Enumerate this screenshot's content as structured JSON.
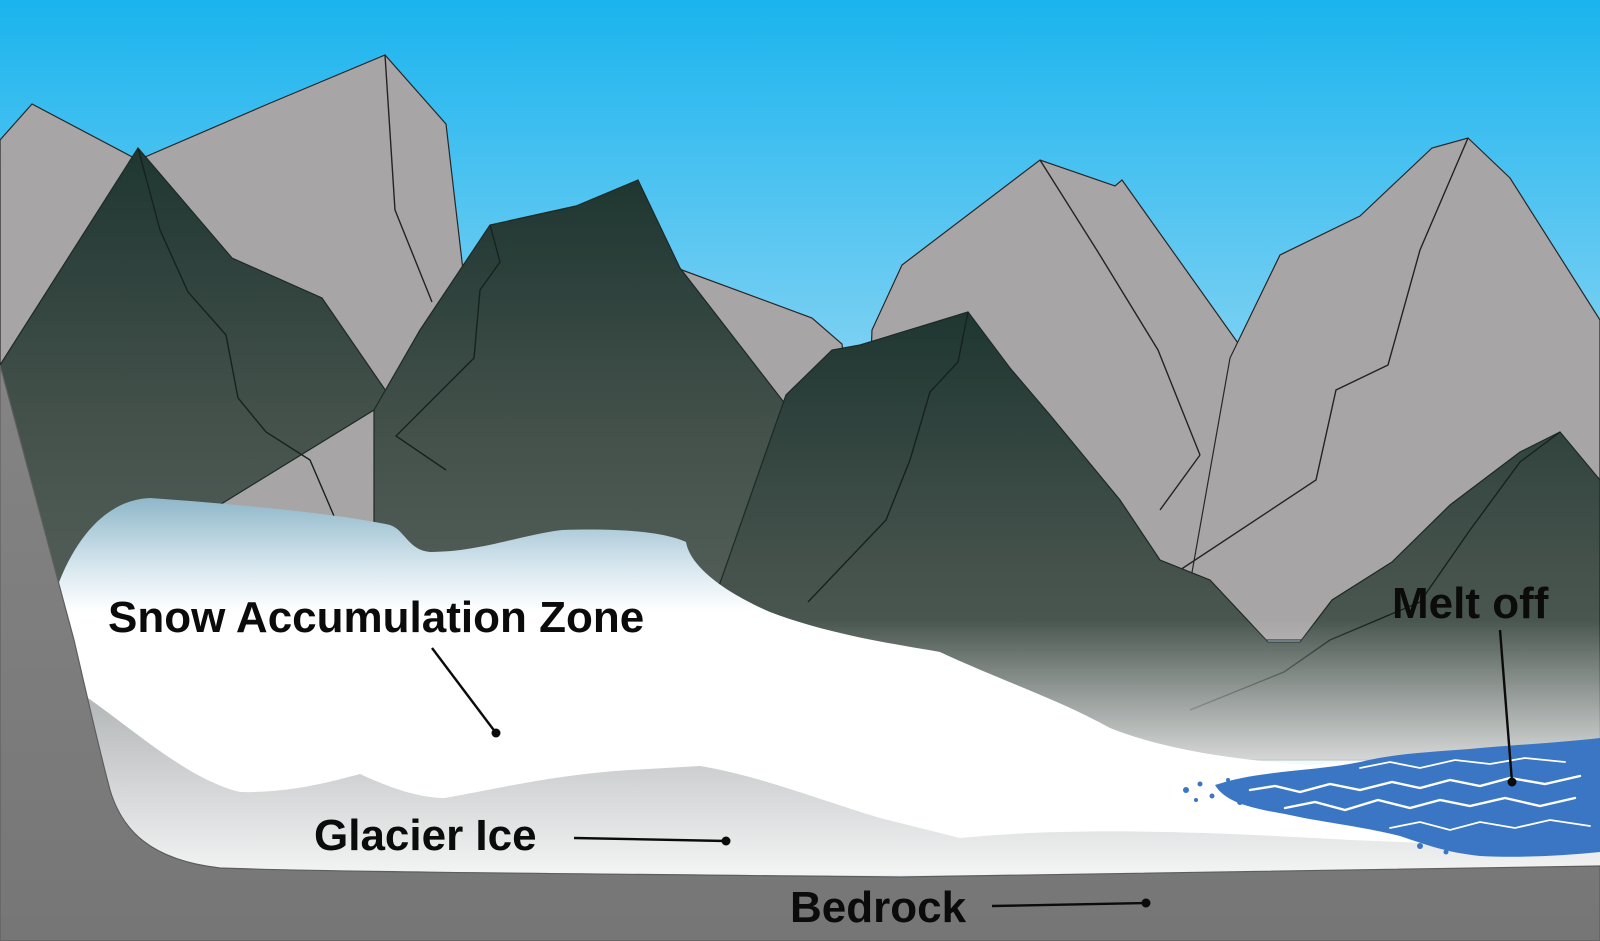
{
  "labels": {
    "snow_accumulation_zone": "Snow Accumulation Zone",
    "glacier_ice": "Glacier Ice",
    "bedrock": "Bedrock",
    "melt_off": "Melt off"
  },
  "colors": {
    "sky_top": "#1ab4ee",
    "sky_bottom": "#e4f5fc",
    "rear_mountain": "#3d3839",
    "front_mountain": "#36463f",
    "snow": "#ffffff",
    "glacier_ice": "#c9cccd",
    "bedrock": "#808080",
    "meltwater": "#3a76c4",
    "label_text": "#0b0b0b"
  }
}
